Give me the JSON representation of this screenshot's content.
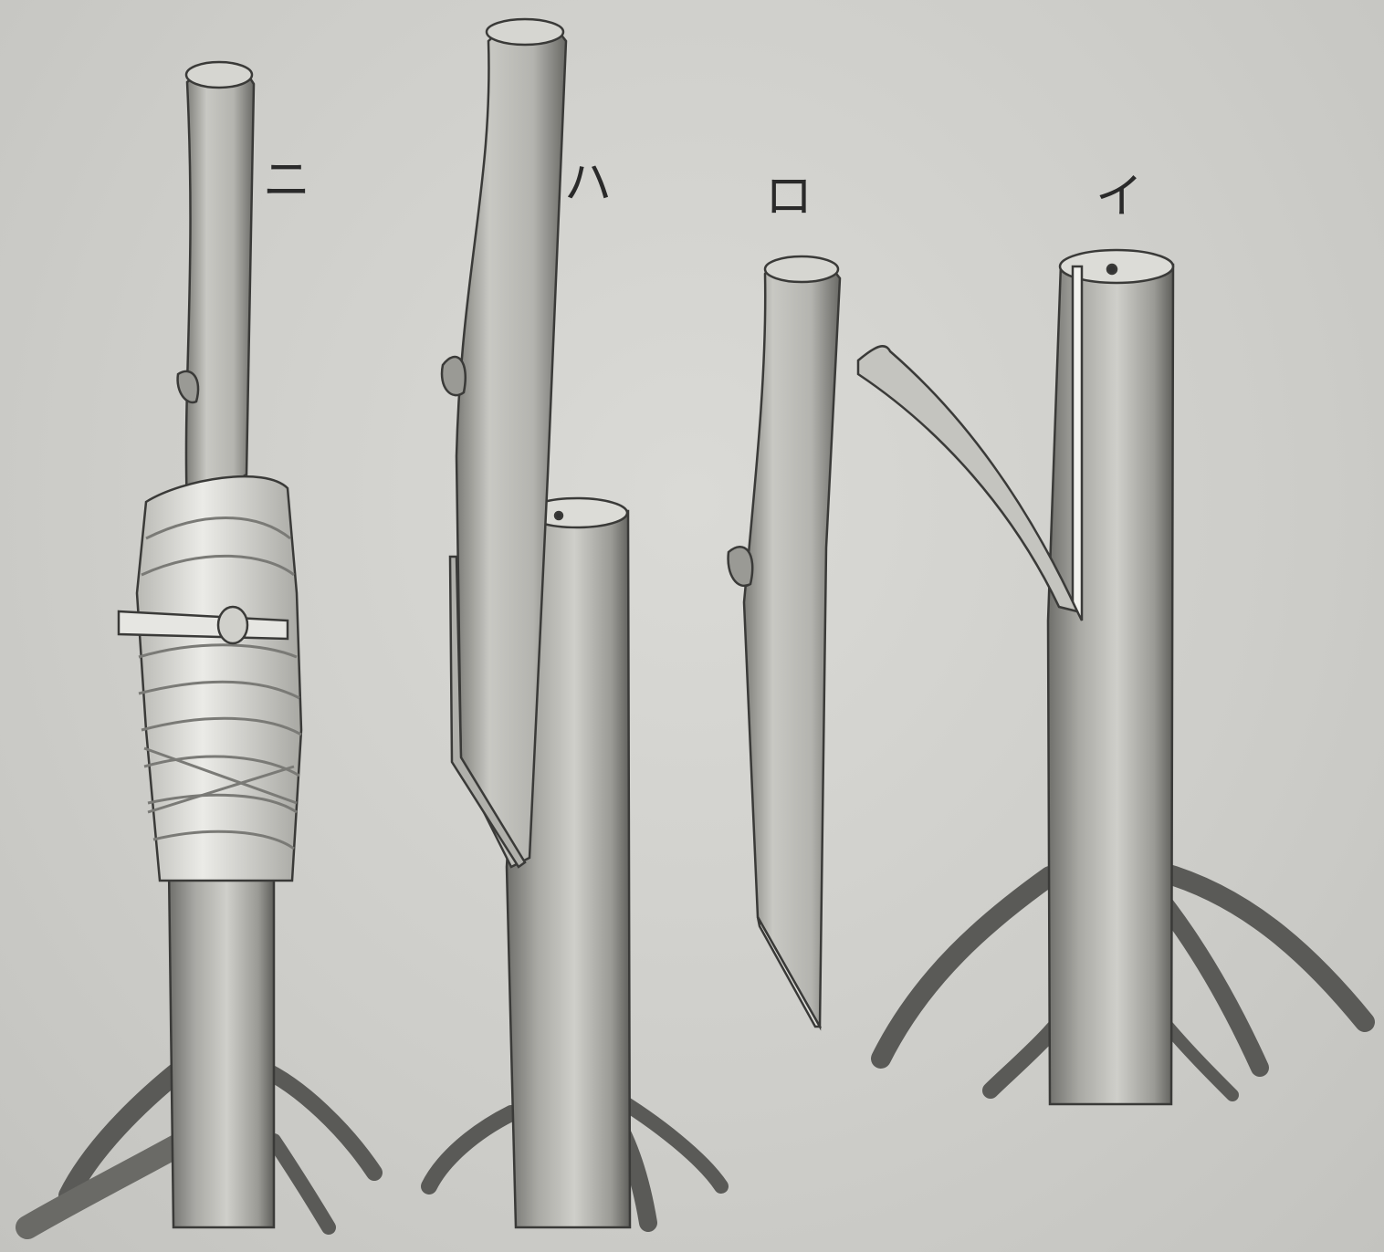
{
  "figure_labels": {
    "ni": "ニ",
    "ha": "ハ",
    "ro": "ロ",
    "i": "イ"
  },
  "colors": {
    "background": "#cfcfcb",
    "ink": "#2a2a2a",
    "wood_light": "#d8d8d3",
    "wood_dark": "#8a8a86",
    "binding": "#e4e4e0"
  }
}
